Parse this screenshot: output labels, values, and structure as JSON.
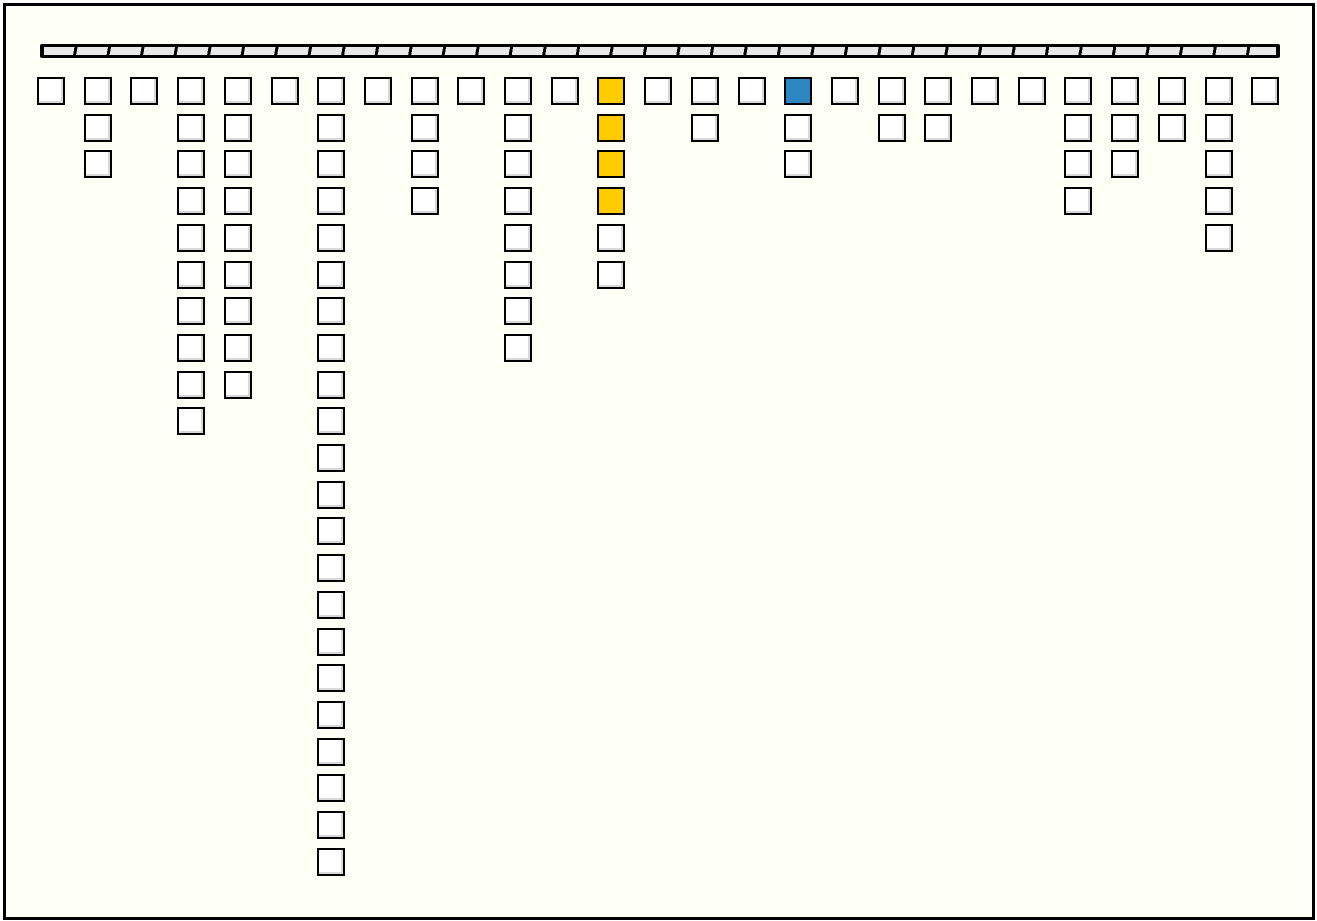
{
  "colors": {
    "card": "#ffffff",
    "selected": "#ffcc00",
    "highlight": "#2e86c1",
    "background": "#fefff5"
  },
  "columns": [
    {
      "count": 1
    },
    {
      "count": 3
    },
    {
      "count": 1
    },
    {
      "count": 10
    },
    {
      "count": 9
    },
    {
      "count": 1
    },
    {
      "count": 22
    },
    {
      "count": 1
    },
    {
      "count": 4
    },
    {
      "count": 1
    },
    {
      "count": 8
    },
    {
      "count": 1
    },
    {
      "count": 6,
      "selected": 4
    },
    {
      "count": 1
    },
    {
      "count": 2
    },
    {
      "count": 1
    },
    {
      "count": 3,
      "highlighted": 1
    },
    {
      "count": 1
    },
    {
      "count": 2
    },
    {
      "count": 2
    },
    {
      "count": 1
    },
    {
      "count": 1
    },
    {
      "count": 4
    },
    {
      "count": 3
    },
    {
      "count": 2
    },
    {
      "count": 5
    },
    {
      "count": 1
    }
  ]
}
